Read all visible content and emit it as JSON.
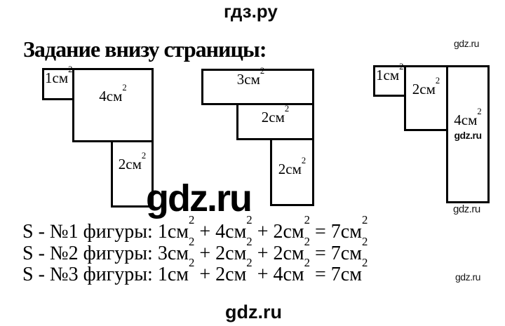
{
  "branding": {
    "top_logo": "гдз.ру",
    "bottom_logo": "gdz.ru",
    "watermark_center": "gdz.ru",
    "watermark_top_right": "gdz.ru",
    "watermark_mid_right": "gdz.ru",
    "watermark_fig3_inner": "gdz.ru",
    "watermark_fig3_bottom": "gdz.ru"
  },
  "heading": "Задание внизу страницы:",
  "sup": "2",
  "figures": [
    {
      "label": "figure-1",
      "cells": [
        {
          "area": "1см"
        },
        {
          "area": "4см"
        },
        {
          "area": "2см"
        }
      ]
    },
    {
      "label": "figure-2",
      "cells": [
        {
          "area": "3см"
        },
        {
          "area": "2см"
        },
        {
          "area": "2см"
        }
      ]
    },
    {
      "label": "figure-3",
      "cells": [
        {
          "area": "1см"
        },
        {
          "area": "2см"
        },
        {
          "area": "4см"
        }
      ]
    }
  ],
  "formulas": [
    {
      "s1": "S - №1 фигуры: 1см",
      "s2": " + 4см",
      "s3": " + 2см",
      "s4": " = 7см"
    },
    {
      "s1": "S - №2 фигуры: 3см",
      "s2": " + 2см",
      "s3": " + 2см",
      "s4": " = 7см"
    },
    {
      "s1": "S - №3 фигуры: 1см",
      "s2": " + 2см",
      "s3": " + 4см",
      "s4": " = 7см"
    }
  ],
  "colors": {
    "ink": "#000000",
    "background": "#ffffff"
  }
}
